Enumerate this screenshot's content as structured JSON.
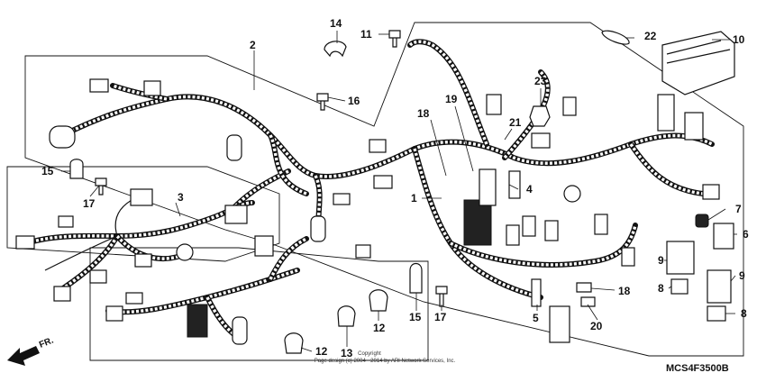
{
  "diagram": {
    "callouts": [
      {
        "id": "c1",
        "text": "1"
      },
      {
        "id": "c2",
        "text": "2"
      },
      {
        "id": "c3",
        "text": "3"
      },
      {
        "id": "c4",
        "text": "4"
      },
      {
        "id": "c5",
        "text": "5"
      },
      {
        "id": "c6",
        "text": "6"
      },
      {
        "id": "c7",
        "text": "7"
      },
      {
        "id": "c8a",
        "text": "8"
      },
      {
        "id": "c8b",
        "text": "8"
      },
      {
        "id": "c9a",
        "text": "9"
      },
      {
        "id": "c9b",
        "text": "9"
      },
      {
        "id": "c10",
        "text": "10"
      },
      {
        "id": "c11",
        "text": "11"
      },
      {
        "id": "c12a",
        "text": "12"
      },
      {
        "id": "c12b",
        "text": "12"
      },
      {
        "id": "c13",
        "text": "13"
      },
      {
        "id": "c14",
        "text": "14"
      },
      {
        "id": "c15a",
        "text": "15"
      },
      {
        "id": "c15b",
        "text": "15"
      },
      {
        "id": "c16",
        "text": "16"
      },
      {
        "id": "c17a",
        "text": "17"
      },
      {
        "id": "c17b",
        "text": "17"
      },
      {
        "id": "c18a",
        "text": "18"
      },
      {
        "id": "c18b",
        "text": "18"
      },
      {
        "id": "c19",
        "text": "19"
      },
      {
        "id": "c20",
        "text": "20"
      },
      {
        "id": "c21",
        "text": "21"
      },
      {
        "id": "c22",
        "text": "22"
      },
      {
        "id": "c23",
        "text": "23"
      }
    ],
    "front_label": "FR.",
    "diagram_code": "MCS4F3500B",
    "copyright_line1": "Copyright",
    "copyright_line2": "Page design (c) 2004 - 2014 by ARI Network Services, Inc."
  }
}
